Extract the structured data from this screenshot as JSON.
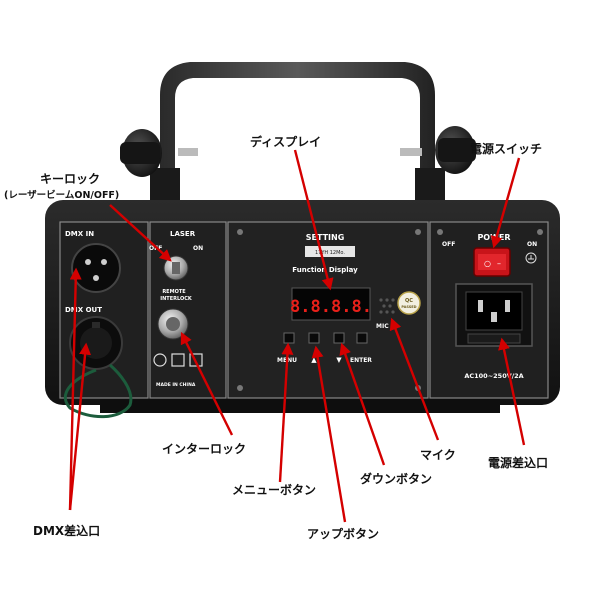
{
  "device": {
    "panel": {
      "dmx_in": "DMX IN",
      "dmx_out": "DMX OUT",
      "laser": "LASER",
      "off": "OFF",
      "on": "ON",
      "remote_interlock_1": "REMOTE",
      "remote_interlock_2": "INTERLOCK",
      "made_in": "MADE IN CHINA",
      "setting": "SETTING",
      "sticker": "17YH 12Mo.",
      "function_display": "Function Display",
      "display_value": "8.8.8.8.",
      "menu": "MENU",
      "enter": "ENTER",
      "mic": "MIC",
      "qc_1": "QC",
      "qc_2": "PASSED",
      "power": "POWER",
      "power_off": "OFF",
      "power_on": "ON",
      "ac_rating": "AC100~250V/2A"
    }
  },
  "callouts": {
    "display": "ディスプレイ",
    "power_switch": "電源スイッチ",
    "key_lock": "キーロック",
    "key_lock_sub": "(レーザービームON/OFF)",
    "interlock": "インターロック",
    "mic": "マイク",
    "power_inlet": "電源差込口",
    "down_button": "ダウンボタン",
    "menu_button": "メニューボタン",
    "up_button": "アップボタン",
    "dmx_inlet": "DMX差込口"
  },
  "colors": {
    "arrow": "#d40000",
    "panel": "#1c1c1c",
    "led": "#e8201a",
    "switch": "#c8141a"
  }
}
